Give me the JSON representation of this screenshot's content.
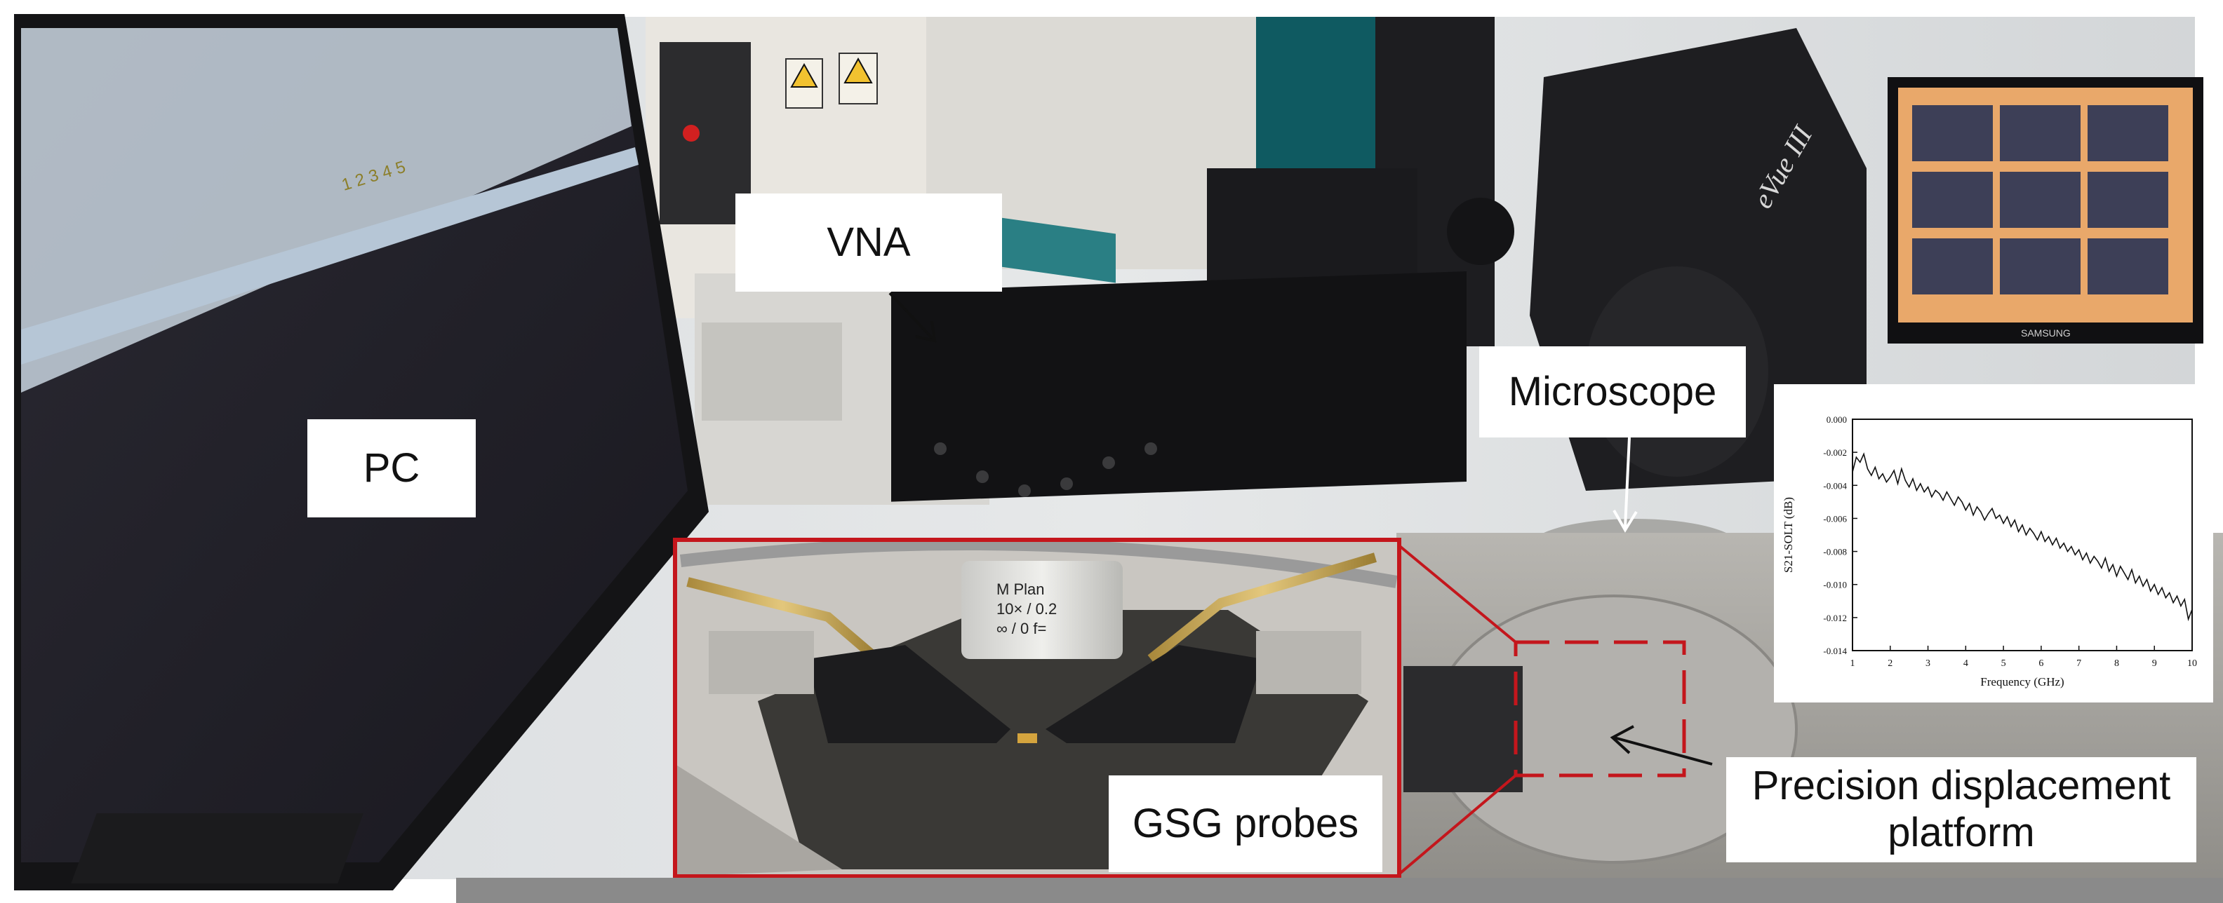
{
  "labels": {
    "pc": "PC",
    "vna": "VNA",
    "microscope": "Microscope",
    "gsg_probes": "GSG probes",
    "platform_line1": "Precision displacement",
    "platform_line2": "platform"
  },
  "scene_text": {
    "objective_line1": "M Plan",
    "objective_line2": "10× / 0.2",
    "objective_line3": "∞ / 0  f=",
    "brand": "eVue III",
    "monitor_brand": "SAMSUNG",
    "screen_numbers": "1 2 3 4 5"
  },
  "colors": {
    "inset_border": "#c4161c",
    "label_bg": "#ffffff",
    "label_text": "#111111",
    "plot_line": "#111111"
  },
  "chart_data": {
    "type": "line",
    "title": "",
    "xlabel": "Frequency (GHz)",
    "ylabel": "S21-SOLT (dB)",
    "xlim": [
      1,
      10
    ],
    "ylim": [
      -0.014,
      0.0
    ],
    "xticks": [
      "1",
      "2",
      "3",
      "4",
      "5",
      "6",
      "7",
      "8",
      "9",
      "10"
    ],
    "yticks": [
      "0.000",
      "-0.002",
      "-0.004",
      "-0.006",
      "-0.008",
      "-0.010",
      "-0.012",
      "-0.014"
    ],
    "grid": false,
    "series": [
      {
        "x": [
          1.0,
          1.1,
          1.2,
          1.3,
          1.4,
          1.5,
          1.6,
          1.7,
          1.8,
          1.9,
          2.0,
          2.1,
          2.2,
          2.3,
          2.4,
          2.5,
          2.6,
          2.7,
          2.8,
          2.9,
          3.0,
          3.1,
          3.2,
          3.3,
          3.4,
          3.5,
          3.6,
          3.7,
          3.8,
          3.9,
          4.0,
          4.1,
          4.2,
          4.3,
          4.4,
          4.5,
          4.6,
          4.7,
          4.8,
          4.9,
          5.0,
          5.1,
          5.2,
          5.3,
          5.4,
          5.5,
          5.6,
          5.7,
          5.8,
          5.9,
          6.0,
          6.1,
          6.2,
          6.3,
          6.4,
          6.5,
          6.6,
          6.7,
          6.8,
          6.9,
          7.0,
          7.1,
          7.2,
          7.3,
          7.4,
          7.5,
          7.6,
          7.7,
          7.8,
          7.9,
          8.0,
          8.1,
          8.2,
          8.3,
          8.4,
          8.5,
          8.6,
          8.7,
          8.8,
          8.9,
          9.0,
          9.1,
          9.2,
          9.3,
          9.4,
          9.5,
          9.6,
          9.7,
          9.8,
          9.9,
          10.0
        ],
        "y": [
          -0.0032,
          -0.0023,
          -0.0026,
          -0.0021,
          -0.003,
          -0.0034,
          -0.0029,
          -0.0036,
          -0.0033,
          -0.0038,
          -0.0035,
          -0.0031,
          -0.0039,
          -0.003,
          -0.0037,
          -0.0041,
          -0.0036,
          -0.0043,
          -0.0039,
          -0.0044,
          -0.0041,
          -0.0047,
          -0.0043,
          -0.0045,
          -0.0049,
          -0.0044,
          -0.0048,
          -0.0052,
          -0.0047,
          -0.005,
          -0.0055,
          -0.0051,
          -0.0058,
          -0.0053,
          -0.0056,
          -0.0061,
          -0.0057,
          -0.0054,
          -0.006,
          -0.0058,
          -0.0063,
          -0.0059,
          -0.0065,
          -0.0061,
          -0.0068,
          -0.0064,
          -0.007,
          -0.0066,
          -0.0069,
          -0.0073,
          -0.0068,
          -0.0074,
          -0.0071,
          -0.0076,
          -0.0072,
          -0.0078,
          -0.0075,
          -0.008,
          -0.0077,
          -0.0082,
          -0.0079,
          -0.0085,
          -0.0081,
          -0.0087,
          -0.0083,
          -0.0086,
          -0.009,
          -0.0084,
          -0.0092,
          -0.0088,
          -0.0095,
          -0.0089,
          -0.0093,
          -0.0097,
          -0.0091,
          -0.0099,
          -0.0095,
          -0.0101,
          -0.0097,
          -0.0104,
          -0.01,
          -0.0106,
          -0.0102,
          -0.0108,
          -0.0105,
          -0.0111,
          -0.0107,
          -0.0113,
          -0.0109,
          -0.0121,
          -0.0115
        ]
      }
    ]
  }
}
